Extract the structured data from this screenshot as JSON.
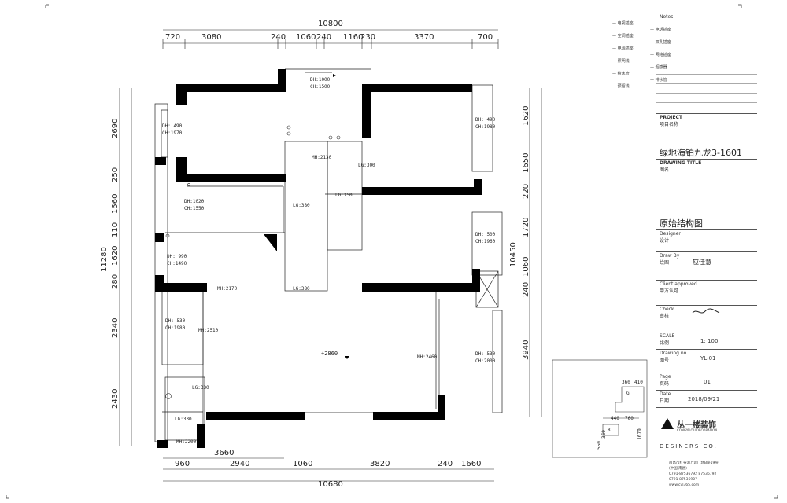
{
  "dims": {
    "top_total": "10800",
    "top": [
      "720",
      "3080",
      "240",
      "1060",
      "240",
      "1160",
      "230",
      "3370",
      "700"
    ],
    "bottom_total": "10680",
    "bottom": [
      "960",
      "2940",
      "1060",
      "3820",
      "240",
      "1660"
    ],
    "bottom_extra": "3660",
    "left_total": "11280",
    "left": [
      "2690",
      "250",
      "1560",
      "110",
      "1620",
      "280",
      "2340",
      "2430"
    ],
    "right_total": "10450",
    "right": [
      "1620",
      "1650",
      "220",
      "1720",
      "1060",
      "240",
      "3940"
    ]
  },
  "room_labels": {
    "bedroom_tl": [
      "DH: 490",
      "CH:1970"
    ],
    "window_top": [
      "DH:1000",
      "CH:1500"
    ],
    "bedroom_tr": [
      "DH: 490",
      "CH:1980"
    ],
    "bath": [
      "DH:1020",
      "CH:1550"
    ],
    "kitchen": [
      "DH: 990",
      "CH:1490"
    ],
    "bedroom_r": [
      "DH: 500",
      "CH:1960"
    ],
    "balcony_l": [
      "DH: 530",
      "CH:1980"
    ],
    "living_r": [
      "DH: 530",
      "CH:2000"
    ],
    "mh_2130": "MH:2130",
    "lg_300": "LG:300",
    "lg_350": "LG:350",
    "lg_380a": "LG:380",
    "lg_380b": "LG:380",
    "mh_2170": "MH:2170",
    "mh_2510": "MH:2510",
    "level": "+2860",
    "mh_2460": "MH:2460",
    "lg_330a": "LG:330",
    "lg_330b": "LG:330",
    "mh_2200": "MH:2200"
  },
  "inset": {
    "a": "360",
    "b": "410",
    "c": "440",
    "d": "760",
    "e": "1670",
    "f": "550",
    "g": "350",
    "mark1": "G",
    "mark2": "8"
  },
  "title_block": {
    "notes": "Notes",
    "legend": [
      "电视插座",
      "电话插座",
      "空调插座",
      "双孔插座",
      "电源插座",
      "网络插座",
      "照明线",
      "烟感器",
      "给水管",
      "排水管",
      "预留线"
    ],
    "project_label": "PROJECT",
    "project_cn": "项目名称",
    "project_name": "绿地海铂九龙3-1601",
    "drawing_title_label": "DRAWING TITLE",
    "drawing_title_cn": "图名",
    "drawing_title": "原始结构图",
    "designer_label": "Designer",
    "designer_cn": "设计",
    "drawn_label": "Draw By",
    "drawn_cn": "绘图",
    "drawn_name": "应佳慧",
    "client_label": "Client approved",
    "client_cn": "甲方认可",
    "check_label": "Check",
    "check_cn": "审核",
    "scale_label": "SCALE",
    "scale_cn": "比例",
    "scale": "1: 100",
    "drawing_no_label": "Drawing no",
    "drawing_no_cn": "图号",
    "drawing_no": "YL-01",
    "page_label": "Page",
    "page_cn": "页码",
    "page": "01",
    "date_label": "Date",
    "date_cn": "日期",
    "date": "2018/09/21",
    "company": "丛一楼装饰",
    "company_sub": "CONGYILOU DECORATION",
    "designers": "DESINERS CO.",
    "address": [
      "南昌市红谷滩万达广场B座19层",
      "(中国·南昌)",
      "0791-87536792  87536792",
      "0791-87536907",
      "www.cyl365.com"
    ]
  }
}
